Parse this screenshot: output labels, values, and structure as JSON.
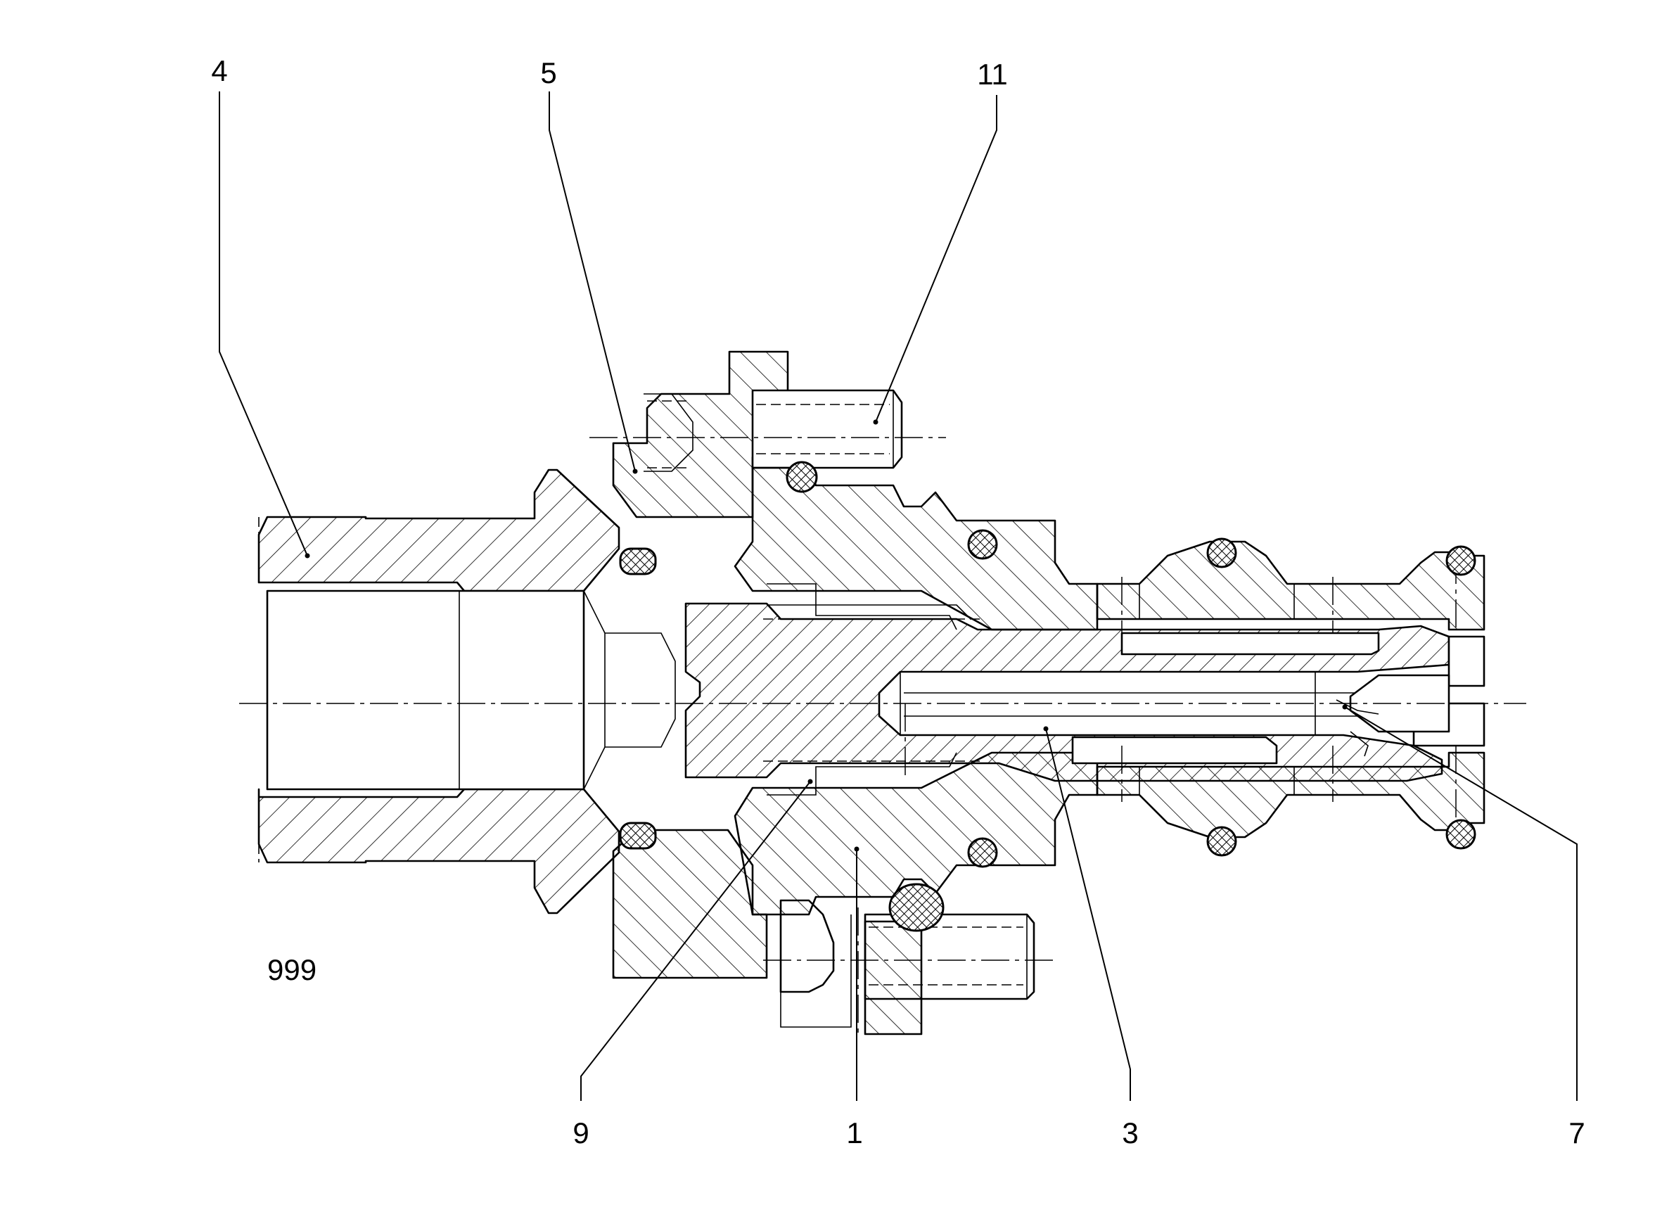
{
  "drawing_id": "999",
  "balloons": [
    {
      "id": "balloon-4",
      "label": "4"
    },
    {
      "id": "balloon-5",
      "label": "5"
    },
    {
      "id": "balloon-11",
      "label": "11"
    },
    {
      "id": "balloon-9",
      "label": "9"
    },
    {
      "id": "balloon-1",
      "label": "1"
    },
    {
      "id": "balloon-3",
      "label": "3"
    },
    {
      "id": "balloon-7",
      "label": "7"
    }
  ]
}
